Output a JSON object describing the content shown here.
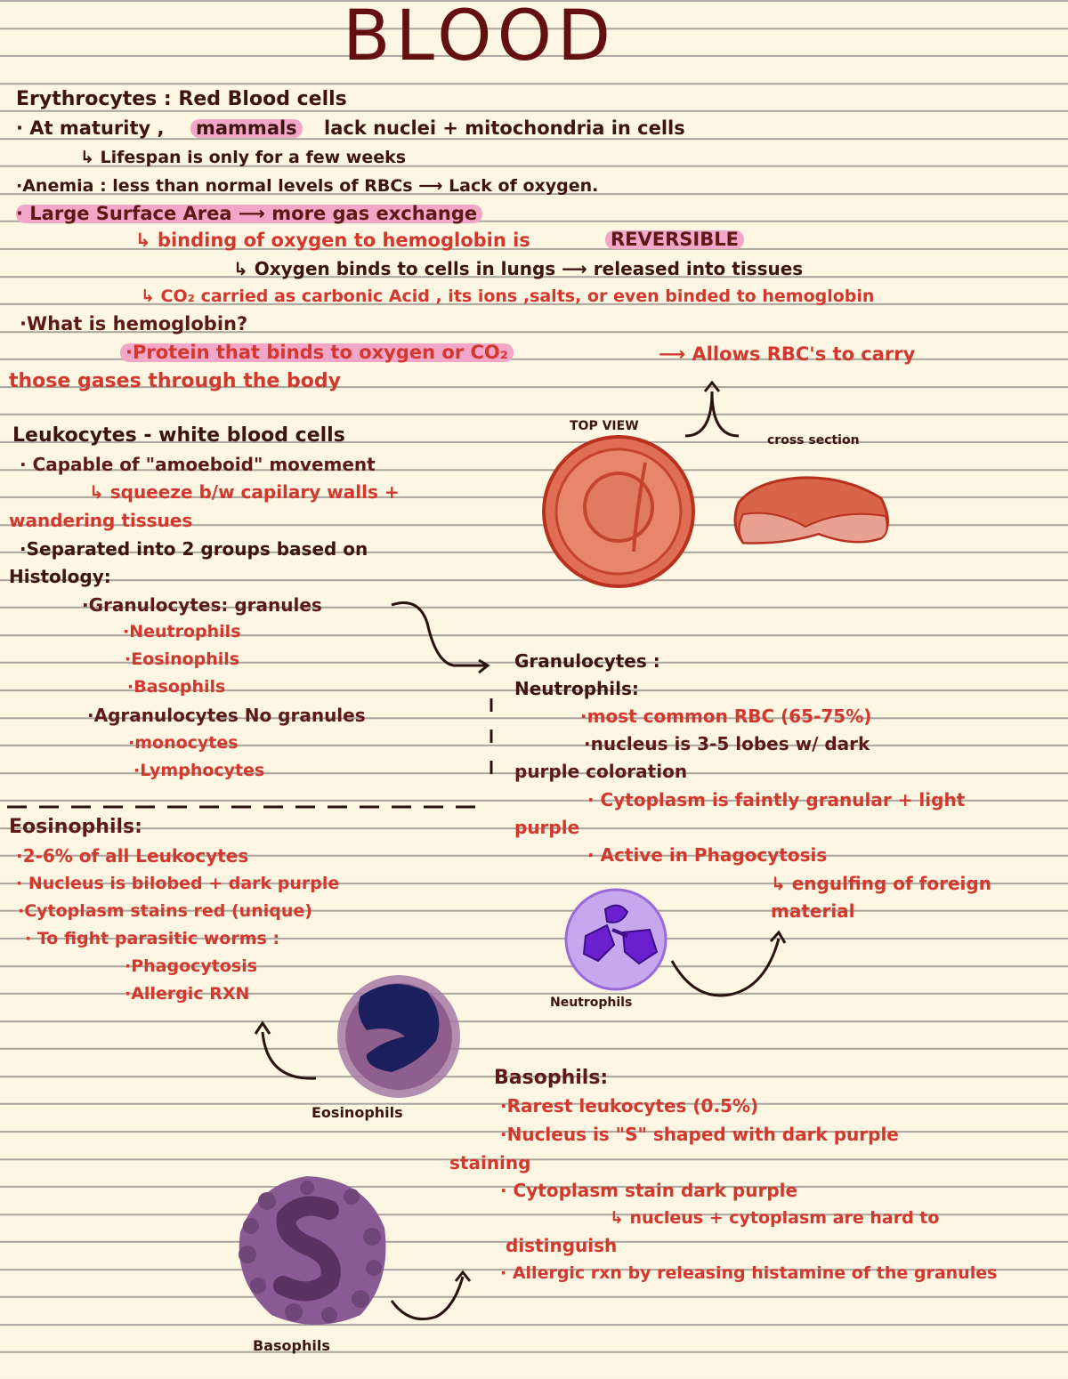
{
  "title": "BLOOD",
  "erythrocytes": {
    "heading": "Erythrocytes : Red Blood cells",
    "l1a": "· At maturity ,",
    "l1b": "mammals",
    "l1c": "lack nuclei + mitochondria in cells",
    "l2": "↳ Lifespan is only for a few weeks",
    "l3": "·Anemia : less than normal levels of RBCs ⟶ Lack of oxygen.",
    "l4": "· Large Surface Area ⟶ more gas exchange",
    "l5a": "↳ binding of oxygen to hemoglobin is",
    "l5b": "REVERSIBLE",
    "l6": "↳ Oxygen binds to cells in lungs ⟶ released into tissues",
    "l7": "↳ CO₂ carried as carbonic Acid , its ions ,salts, or even binded to hemoglobin",
    "l8": "·What is hemoglobin?",
    "l9a": "·Protein that binds to oxygen or CO₂",
    "l9b": "⟶ Allows RBC's to carry",
    "l10": "those gases through the body",
    "top_view": "TOP VIEW",
    "cross_section": "cross section"
  },
  "leukocytes": {
    "heading": "Leukocytes - white blood cells",
    "l1": "· Capable of \"amoeboid\" movement",
    "l2": "↳ squeeze b/w capilary walls +",
    "l3": "wandering tissues",
    "l4": "·Separated into 2 groups based on",
    "l5": "Histology:",
    "gran": "·Granulocytes: granules",
    "neut": "·Neutrophils",
    "eos": "·Eosinophils",
    "baso": "·Basophils",
    "agran": "·Agranulocytes No granules",
    "mono": "·monocytes",
    "lymph": "·Lymphocytes"
  },
  "granulocytes": {
    "heading": "Granulocytes :",
    "neut_heading": "Neutrophils:",
    "n1": "·most common RBC (65-75%)",
    "n2": "·nucleus is 3-5 lobes w/ dark",
    "n3": "purple coloration",
    "n4": "· Cytoplasm is faintly granular + light",
    "n5": "purple",
    "n6": "· Active in Phagocytosis",
    "n7": "↳ engulfing of foreign",
    "n8": "material",
    "neut_label": "Neutrophils"
  },
  "eosinophils": {
    "heading": "Eosinophils:",
    "l1": "·2-6% of all Leukocytes",
    "l2": "· Nucleus is bilobed + dark purple",
    "l3": "·Cytoplasm stains red (unique)",
    "l4": "· To fight parasitic worms :",
    "l5": "·Phagocytosis",
    "l6": "·Allergic RXN",
    "label": "Eosinophils"
  },
  "basophils": {
    "heading": "Basophils:",
    "l1": "·Rarest leukocytes (0.5%)",
    "l2": "·Nucleus is \"S\" shaped with dark purple",
    "l3": "staining",
    "l4": "· Cytoplasm stain dark purple",
    "l5": "↳ nucleus + cytoplasm are hard to",
    "l6": "distinguish",
    "l7": "· Allergic rxn by releasing histamine of the granules",
    "label": "Basophils"
  },
  "colors": {
    "ink_dark": "#3e1412",
    "ink_red": "#d2382e",
    "highlight": "#f2a6c8",
    "rbc": "#d9644a",
    "neutrophil_nucleus": "#6a1fd0",
    "eosinophil_nucleus": "#1c1f5e",
    "basophil": "#8a5a94"
  }
}
